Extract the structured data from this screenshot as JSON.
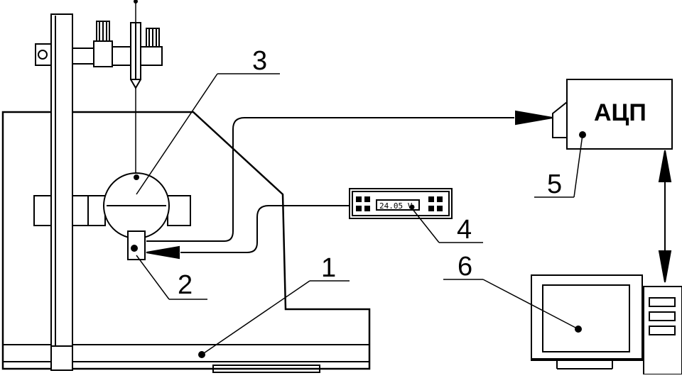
{
  "diagram": {
    "labels": {
      "base": "1",
      "sensor": "2",
      "chamber": "3",
      "controller": "4",
      "adc_block": "5",
      "computer": "6"
    },
    "adc_text": "АЦП",
    "controller_display": "24.05 V"
  },
  "colors": {
    "line": "#000000",
    "background": "#ffffff"
  }
}
